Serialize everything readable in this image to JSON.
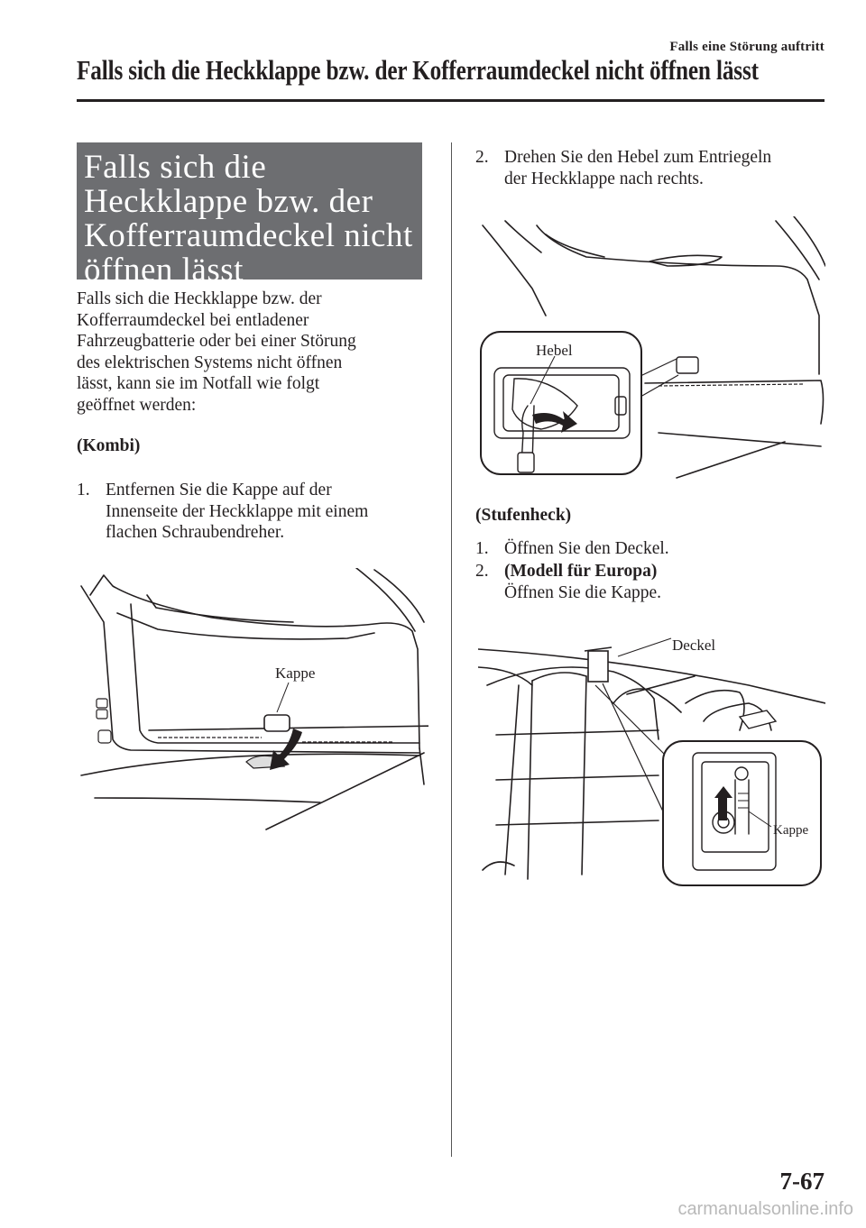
{
  "header": {
    "chapter": "Falls eine Störung auftritt",
    "running_title": "Falls sich die Heckklappe bzw. der Kofferraumdeckel nicht öffnen lässt"
  },
  "section": {
    "title_lines": [
      "Falls sich die",
      "Heckklappe bzw. der",
      "Kofferraumdeckel nicht",
      "öffnen lässt"
    ],
    "intro_lines": [
      "Falls sich die Heckklappe bzw. der",
      "Kofferraumdeckel bei entladener",
      "Fahrzeugbatterie oder bei einer Störung",
      "des elektrischen Systems nicht öffnen",
      "lässt, kann sie im Notfall wie folgt",
      "geöffnet werden:"
    ]
  },
  "kombi": {
    "heading": "(Kombi)",
    "step1": {
      "num": "1.",
      "lines": [
        "Entfernen Sie die Kappe auf der",
        "Innenseite der Heckklappe mit einem",
        "flachen Schraubendreher."
      ]
    },
    "figure1_label": "Kappe",
    "step2": {
      "num": "2.",
      "lines": [
        "Drehen Sie den Hebel zum Entriegeln",
        "der Heckklappe nach rechts."
      ]
    },
    "figure2_label": "Hebel"
  },
  "stufenheck": {
    "heading": "(Stufenheck)",
    "step1": {
      "num": "1.",
      "text": "Öffnen Sie den Deckel."
    },
    "step2": {
      "num": "2.",
      "bold": "(Modell für Europa)",
      "text": "Öffnen Sie die Kappe."
    },
    "figure_label_deckel": "Deckel",
    "figure_label_kappe": "Kappe"
  },
  "footer": {
    "page_number": "7-67",
    "watermark": "carmanualsonline.info"
  }
}
